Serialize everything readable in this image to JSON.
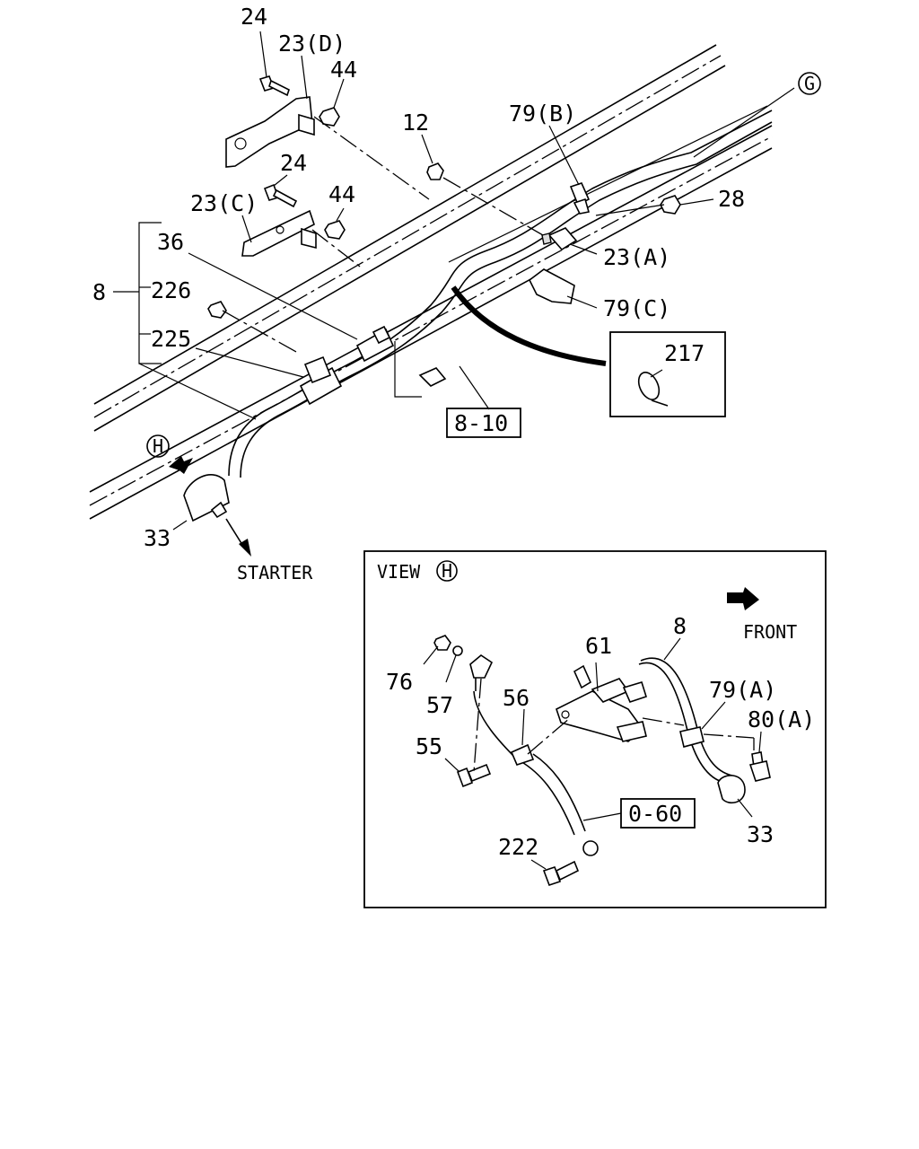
{
  "main_view": {
    "callouts": {
      "c24_top": "24",
      "c23d": "23(D)",
      "c44_top": "44",
      "c12": "12",
      "c79b": "79(B)",
      "cG": "G",
      "c24_mid": "24",
      "c44_mid": "44",
      "c28": "28",
      "c23c": "23(C)",
      "c23a": "23(A)",
      "c36": "36",
      "c8": "8",
      "c226": "226",
      "c79c": "79(C)",
      "c225": "225",
      "c217": "217",
      "ref_8_10": "8-10",
      "cH": "H",
      "c33": "33",
      "starter": "STARTER"
    }
  },
  "view_h": {
    "title": "VIEW",
    "title_marker": "H",
    "front": "FRONT",
    "callouts": {
      "c8": "8",
      "c61": "61",
      "c76": "76",
      "c57": "57",
      "c56": "56",
      "c79a": "79(A)",
      "c80a": "80(A)",
      "c55": "55",
      "ref_0_60": "0-60",
      "c33": "33",
      "c222": "222"
    }
  }
}
